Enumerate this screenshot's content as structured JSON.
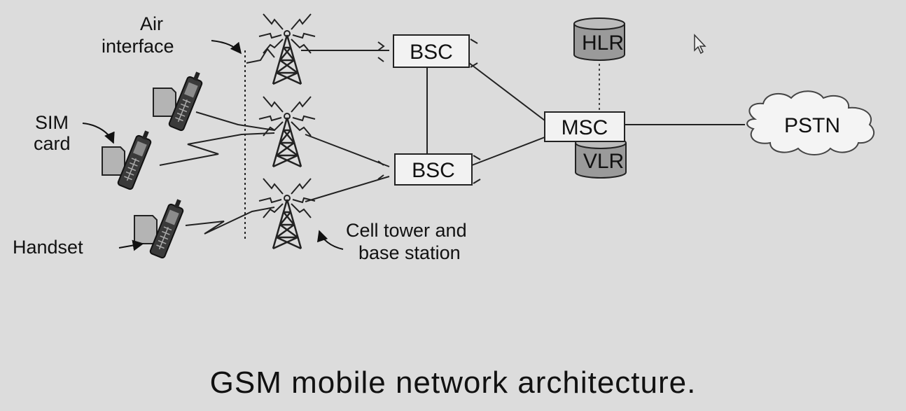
{
  "labels": {
    "air_line1": "Air",
    "air_line2": "interface",
    "sim_line1": "SIM",
    "sim_line2": "card",
    "handset": "Handset",
    "cell_line1": "Cell tower and",
    "cell_line2": "base station"
  },
  "nodes": {
    "bsc_top": "BSC",
    "bsc_bottom": "BSC",
    "msc": "MSC",
    "hlr": "HLR",
    "vlr": "VLR",
    "pstn": "PSTN"
  },
  "caption": "GSM mobile network architecture.",
  "colors": {
    "background": "#dcdcdc",
    "line": "#222222",
    "database_fill": "#9a9a9a",
    "box_fill": "#f2f2f2"
  },
  "icons": [
    "cell-tower-icon",
    "mobile-handset-icon",
    "sim-card-icon",
    "database-icon",
    "cloud-icon",
    "mouse-cursor-icon"
  ]
}
